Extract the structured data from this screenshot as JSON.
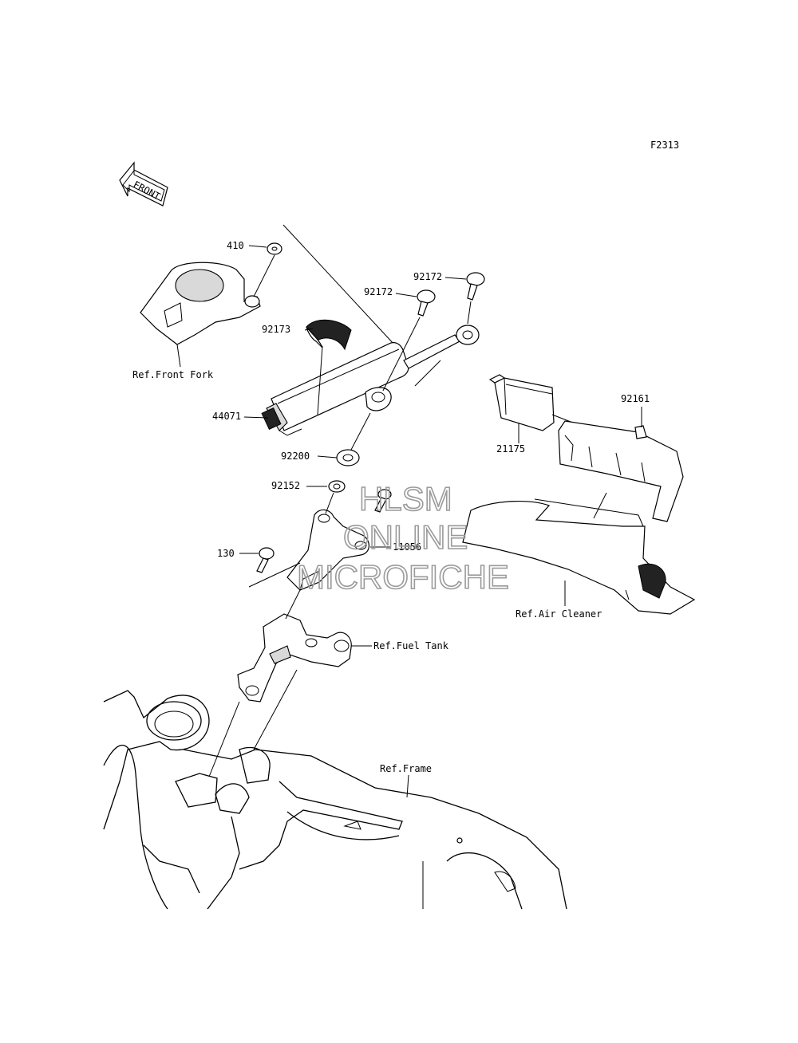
{
  "figure_code": "F2313",
  "front_arrow_label": "FRONT",
  "parts": [
    {
      "id": "p410",
      "label": "410"
    },
    {
      "id": "p92172a",
      "label": "92172"
    },
    {
      "id": "p92172b",
      "label": "92172"
    },
    {
      "id": "p92173",
      "label": "92173"
    },
    {
      "id": "p44071",
      "label": "44071"
    },
    {
      "id": "p92200",
      "label": "92200"
    },
    {
      "id": "p92152",
      "label": "92152"
    },
    {
      "id": "p11056",
      "label": "11056"
    },
    {
      "id": "p130",
      "label": "130"
    },
    {
      "id": "p21175",
      "label": "21175"
    },
    {
      "id": "p92161",
      "label": "92161"
    }
  ],
  "references": {
    "front_fork": "Ref.Front Fork",
    "air_cleaner": "Ref.Air Cleaner",
    "fuel_tank": "Ref.Fuel Tank",
    "frame": "Ref.Frame"
  },
  "watermark": {
    "line1": "HLSM",
    "line2": "ONLINE",
    "line3": "MICROFICHE"
  }
}
